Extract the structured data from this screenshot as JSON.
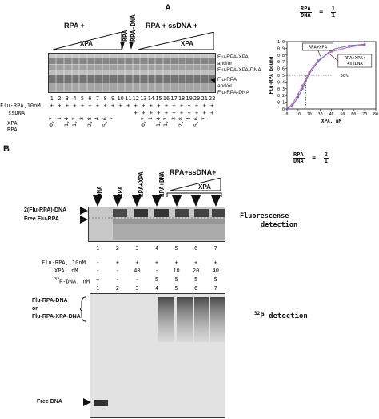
{
  "panelA": {
    "label": "A",
    "ratio": {
      "num": "RPA",
      "den": "DNA",
      "eq": "=",
      "val_num": "1",
      "val_den": "1"
    },
    "header_rpa_plus": "RPA +",
    "header_xpa": "XPA",
    "header_rpa_col": "RPA",
    "header_rpa_dna_col": "RPA-DNA",
    "header_rpa_ssdna": "RPA + ssDNA +",
    "header_xpa_right": "XPA",
    "right_label_1": "Flu-RPA-XPA",
    "right_label_2": "and/or",
    "right_label_3": "Flu-RPA-XPA-DNA",
    "right_label_4": "Flu-RPA",
    "right_label_5": "and/or",
    "right_label_6": "Flu-RPA-DNA",
    "lanes": [
      "1",
      "2",
      "3",
      "4",
      "5",
      "6",
      "7",
      "8",
      "9",
      "10",
      "11",
      "12",
      "13",
      "14",
      "15",
      "16",
      "17",
      "18",
      "19",
      "20",
      "21",
      "22"
    ],
    "row_flu_label": "Flu-RPA,10nM",
    "row_flu_values": [
      "+",
      "+",
      "+",
      "+",
      "+",
      "+",
      "+",
      "+",
      "+",
      "+",
      "+",
      "+",
      "+",
      "+",
      "+",
      "+",
      "+",
      "+",
      "+",
      "+",
      "+",
      "+"
    ],
    "row_ssdna_label": "ssDNA",
    "row_ssdna_values": [
      "+",
      "+",
      "+",
      "+",
      "+",
      "+",
      "+",
      "+",
      "+",
      "+",
      "+"
    ],
    "row_ratio_num": "XPA",
    "row_ratio_den": "RPA",
    "ratio_values": [
      "0,7",
      "1",
      "1,4",
      "1,7",
      "2",
      "2,8",
      "4",
      "5,6",
      "7"
    ],
    "ratio_values_right": [
      "0,7",
      "1",
      "1,4",
      "1,7",
      "2",
      "2,8",
      "4",
      "5,6",
      "7"
    ]
  },
  "chart_data": {
    "type": "line",
    "xlabel": "XPA, nM",
    "ylabel": "Flu-RPA bound",
    "xlim": [
      0,
      80
    ],
    "ylim": [
      0,
      1.0
    ],
    "x_ticks": [
      "0",
      "10",
      "20",
      "30",
      "40",
      "50",
      "60",
      "70",
      "80"
    ],
    "y_ticks": [
      "0",
      "0,1",
      "0,2",
      "0,3",
      "0,4",
      "0,5",
      "0,6",
      "0,7",
      "0,8",
      "0,9",
      "1,0"
    ],
    "series": [
      {
        "name": "RPA+XPA",
        "color": "#d25bb8",
        "x": [
          0,
          5,
          10,
          14,
          17,
          20,
          28,
          40,
          56,
          70
        ],
        "y": [
          0,
          0.08,
          0.22,
          0.35,
          0.45,
          0.55,
          0.72,
          0.85,
          0.92,
          0.95
        ]
      },
      {
        "name": "RPA+XPA++ssDNA",
        "color": "#5a6fc4",
        "x": [
          0,
          5,
          10,
          14,
          17,
          20,
          28,
          40,
          56,
          70
        ],
        "y": [
          0,
          0.05,
          0.18,
          0.3,
          0.42,
          0.52,
          0.7,
          0.88,
          0.94,
          0.96
        ]
      }
    ],
    "annotation": "50%",
    "legend_1": "RPA+XPA",
    "legend_2a": "RPA+XPA+",
    "legend_2b": "+ssDNA"
  },
  "panelB": {
    "label": "B",
    "ratio": {
      "num": "RPA",
      "den": "DNA",
      "eq": "=",
      "val_num": "2",
      "val_den": "1"
    },
    "header_dna": "DNA",
    "header_rpa": "RPA",
    "header_rpa_xpa": "RPA+XPA",
    "header_rpa_dna": "RPA+DNA",
    "header_rpa_ssdna": "RPA+ssDNA+",
    "header_xpa": "XPA",
    "gel_label_1": "2(Flu-RPA)-DNA",
    "gel_label_2": "Free Flu-RPA",
    "fluor_1": "Fluorescense",
    "fluor_2": "detection",
    "lanes": [
      "1",
      "2",
      "3",
      "4",
      "5",
      "6",
      "7"
    ],
    "row1_label": "Flu-RPA, 10nM",
    "row1_values": [
      "-",
      "+",
      "+",
      "+",
      "+",
      "+",
      "+"
    ],
    "row2_label": "XPA, nM",
    "row2_values": [
      "-",
      "-",
      "40",
      "-",
      "10",
      "20",
      "40"
    ],
    "row3_label": "P-DNA, nM",
    "row3_sup": "32",
    "row3_values": [
      "+",
      "-",
      "-",
      "5",
      "5",
      "5",
      "5"
    ],
    "lanes_bottom": [
      "1",
      "2",
      "3",
      "4",
      "5",
      "6",
      "7"
    ],
    "bottom_label_1": "Flu-RPA-DNA",
    "bottom_label_2": "or",
    "bottom_label_3": "Flu-RPA-XPA-DNA",
    "p_sup": "32",
    "p_detect": "P detection",
    "free_dna": "Free DNA"
  }
}
